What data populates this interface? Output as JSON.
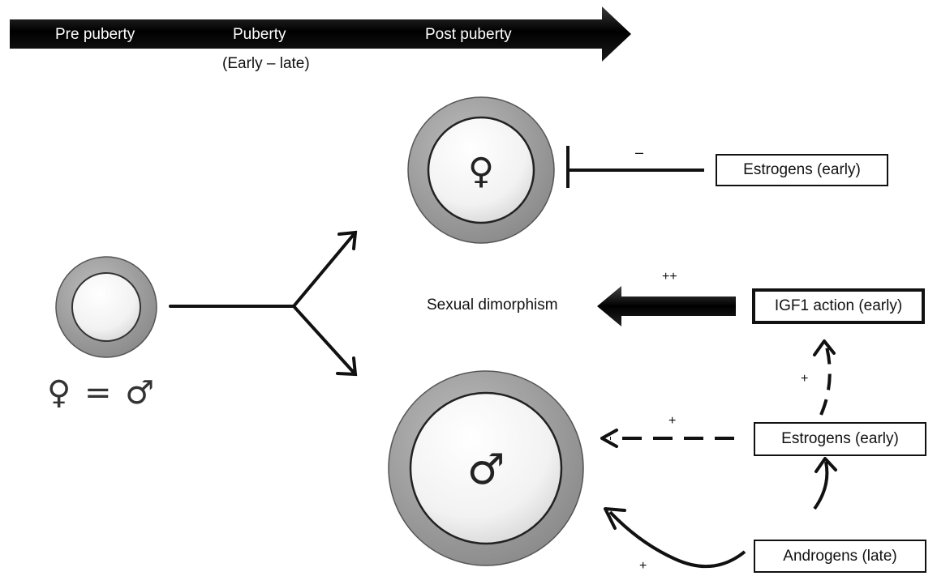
{
  "timeline": {
    "stages": [
      "Pre puberty",
      "Puberty",
      "Post puberty"
    ],
    "puberty_subtitle": "(Early – late)"
  },
  "prepubertal": {
    "caption_female": "♀",
    "caption_equals": "=",
    "caption_male": "♂"
  },
  "female_plate": {
    "symbol": "♀"
  },
  "male_plate": {
    "symbol": "♂"
  },
  "boxes": {
    "estrogens_female": "Estrogens (early)",
    "igf1": "IGF1 action (early)",
    "estrogens_male": "Estrogens (early)",
    "androgens": "Androgens (late)"
  },
  "outcome": {
    "sexual_dimorphism": "Sexual dimorphism"
  },
  "signs": {
    "estrogen_female_inhibition": "–",
    "igf1_effect": "++",
    "estrogen_to_igf1": "+",
    "estrogen_to_male": "+",
    "androgen_to_male": "+"
  },
  "colors": {
    "timeline_arrow": "#111111",
    "plate_outer": "#9a9a9a",
    "plate_inner": "#f4f4f4",
    "line": "#111111"
  }
}
